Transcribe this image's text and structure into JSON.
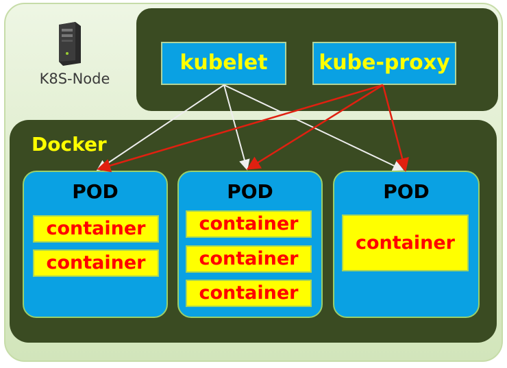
{
  "node": {
    "label": "K8S-Node",
    "server_icon": "server-tower-icon"
  },
  "node_components": {
    "kubelet": "kubelet",
    "kube_proxy": "kube-proxy"
  },
  "docker": {
    "label": "Docker"
  },
  "pods": [
    {
      "title": "POD",
      "containers": [
        "container",
        "container"
      ]
    },
    {
      "title": "POD",
      "containers": [
        "container",
        "container",
        "container"
      ]
    },
    {
      "title": "POD",
      "containers": [
        "container"
      ]
    }
  ],
  "colors": {
    "panel_dark": "#3a4b22",
    "box_blue": "#0aa1e3",
    "label_yellow": "#ffff00",
    "container_text": "#ff0000",
    "kubelet_arrow": "#eeeeee",
    "proxy_arrow": "#e02010"
  }
}
